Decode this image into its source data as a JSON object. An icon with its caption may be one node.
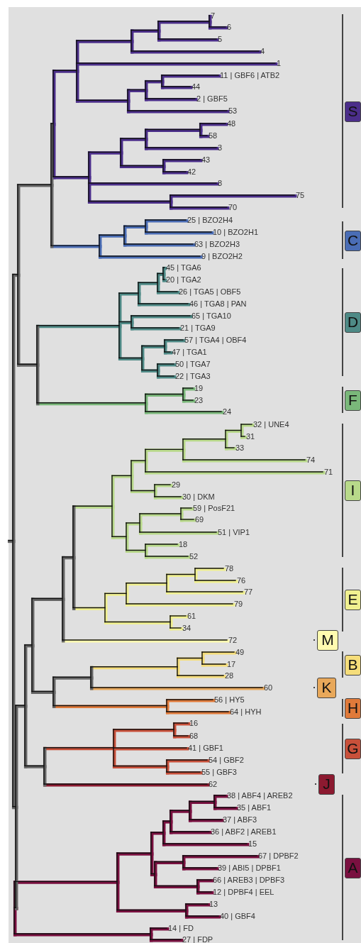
{
  "diagram": {
    "nodes": [
      {
        "text": [
          "S"
        ]
      },
      {
        "text": [
          "C"
        ]
      },
      {
        "text": [
          "D"
        ]
      },
      {
        "text": [
          "F"
        ]
      },
      {
        "text": [
          "I"
        ]
      },
      {
        "text": [
          "E"
        ]
      },
      {
        "text": [
          "M"
        ]
      },
      {
        "text": [
          "B"
        ]
      },
      {
        "text": [
          "K"
        ]
      },
      {
        "text": [
          "H"
        ]
      },
      {
        "text": [
          "G"
        ]
      },
      {
        "text": [
          "J"
        ]
      },
      {
        "text": [
          "A"
        ]
      }
    ],
    "labels": [
      "7",
      "6",
      "5",
      "4",
      "1",
      "11 | GBF6 | ATB2",
      "44",
      "2 | GBF5",
      "53",
      "48",
      "58",
      "3",
      "43",
      "42",
      "8",
      "75",
      "70",
      "25 | BZO2H4",
      "10 | BZO2H1",
      "63 | BZO2H3",
      "9 | BZO2H2",
      "45 | TGA6",
      "20 | TGA2",
      "26 | TGA5 | OBF5",
      "46 | TGA8 | PAN",
      "65 | TGA10",
      "21 | TGA9",
      "57 | TGA4 | OBF4",
      "47 | TGA1",
      "50 | TGA7",
      "22 | TGA3",
      "19",
      "23",
      "24",
      "32 | UNE4",
      "31",
      "33",
      "74",
      "71",
      "29",
      "30 | DKM",
      "59 | PosF21",
      "69",
      "51 | VIP1",
      "18",
      "52",
      "78",
      "76",
      "77",
      "79",
      "61",
      "34",
      "72",
      "49",
      "17",
      "28",
      "60",
      "56 | HY5",
      "64 | HYH",
      "16",
      "68",
      "41 | GBF1",
      "54 | GBF2",
      "55 | GBF3",
      "62",
      "38 | ABF4 | AREB2",
      "35 | ABF1",
      "37 | ABF3",
      "36 | ABF2 | AREB1",
      "15",
      "67 | DPBF2",
      "39 | ABI5 | DPBF1",
      "66 | AREB3 | DPBF3",
      "12 | DPBF4 | EEL",
      "13",
      "40 | GBF4",
      "14 | FD",
      "27 | FDP"
    ]
  }
}
